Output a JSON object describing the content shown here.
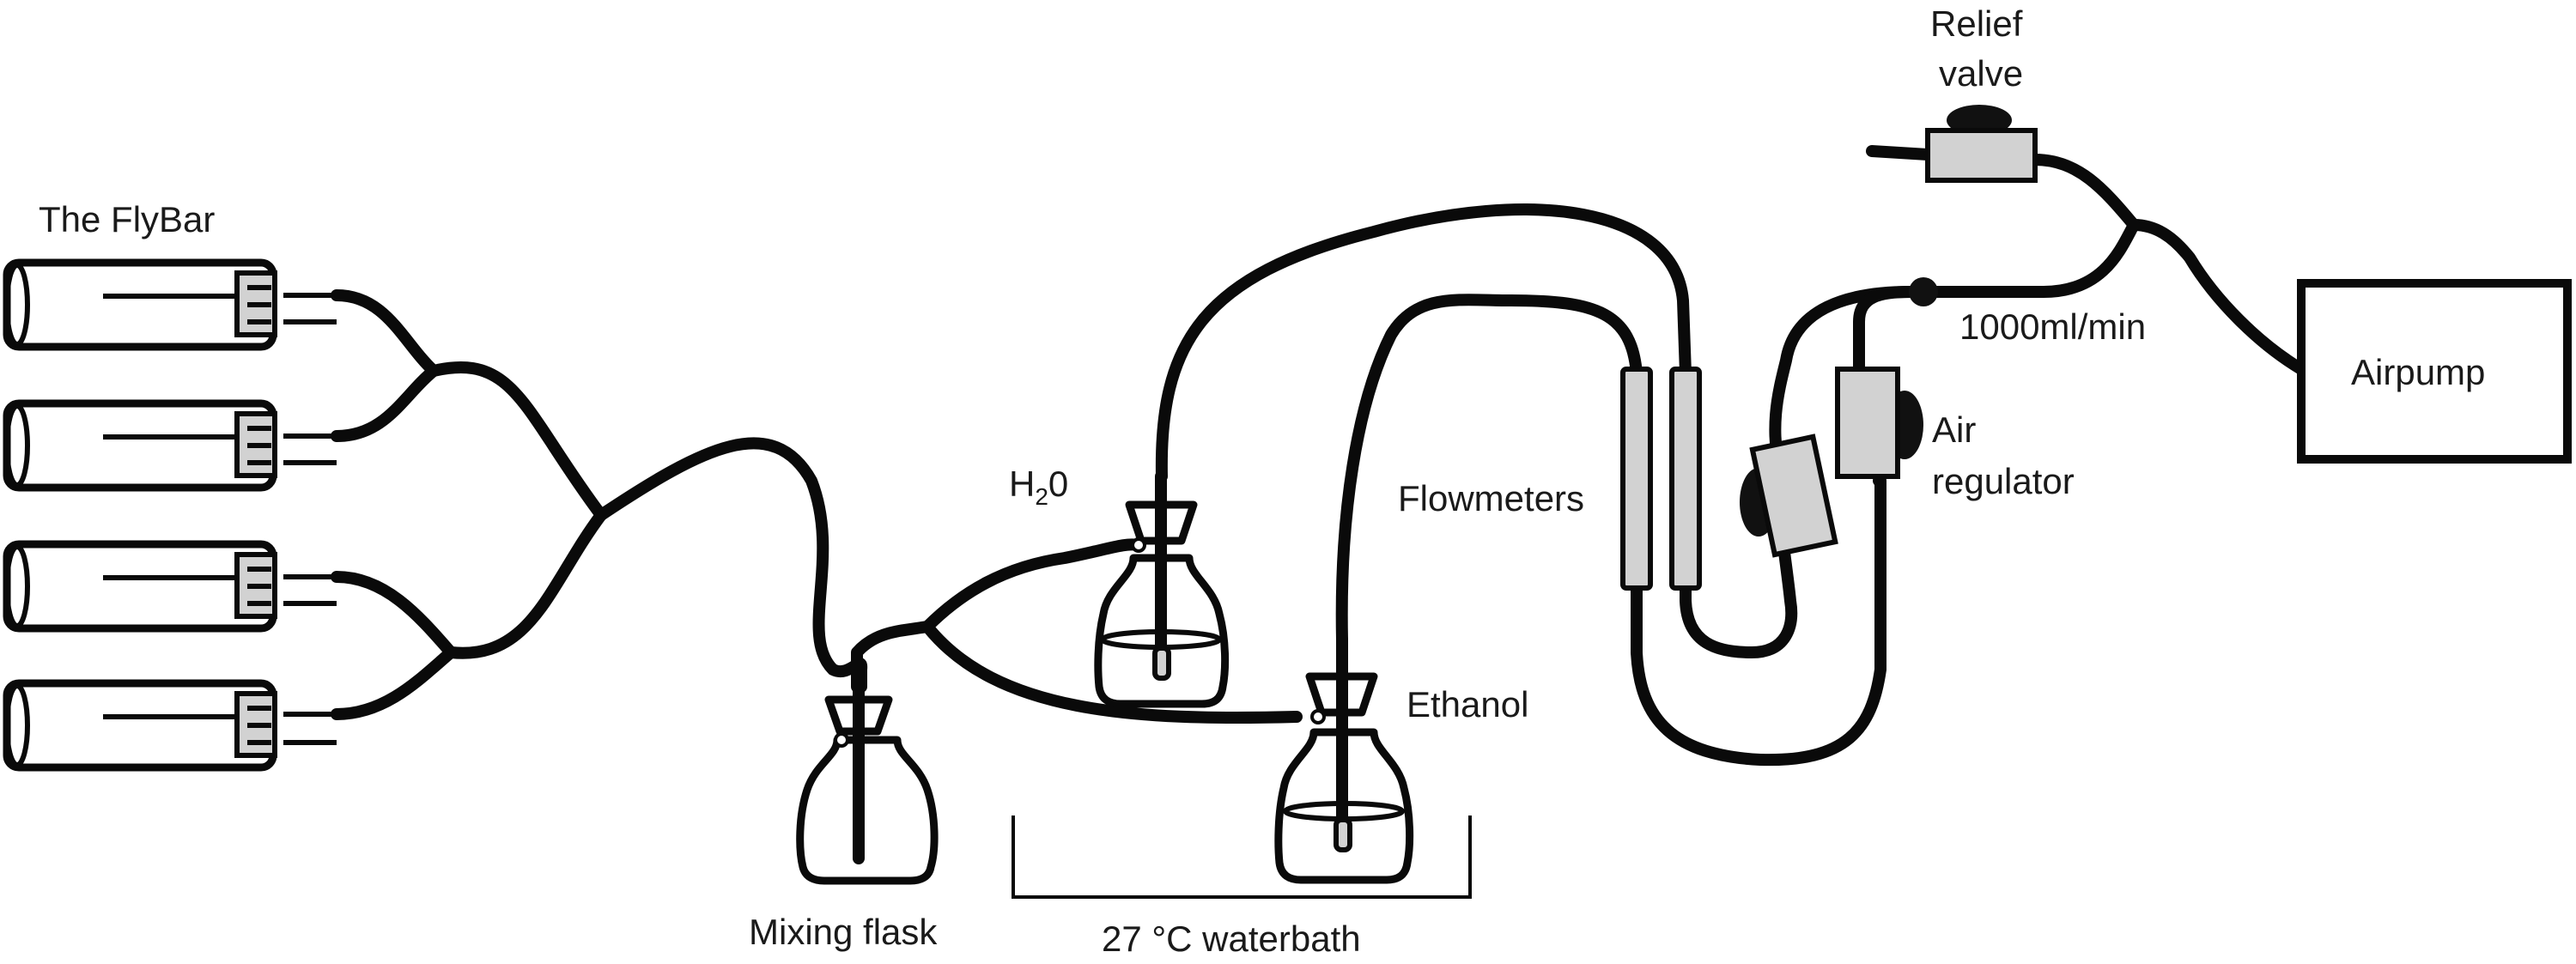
{
  "diagram": {
    "labels": {
      "flybar": "The FlyBar",
      "mixing_flask": "Mixing flask",
      "water_base": "H",
      "water_sub": "2",
      "water_tail": "0",
      "ethanol": "Ethanol",
      "waterbath": "27 °C waterbath",
      "flowmeters": "Flowmeters",
      "air_regulator_line1": "Air",
      "air_regulator_line2": "regulator",
      "relief_valve_line1": "Relief",
      "relief_valve_line2": "valve",
      "flow_rate": "1000ml/min",
      "airpump": "Airpump"
    },
    "colors": {
      "stroke": "#0a0a0a",
      "component_fill": "#d2d2d2",
      "background": "#ffffff"
    }
  }
}
